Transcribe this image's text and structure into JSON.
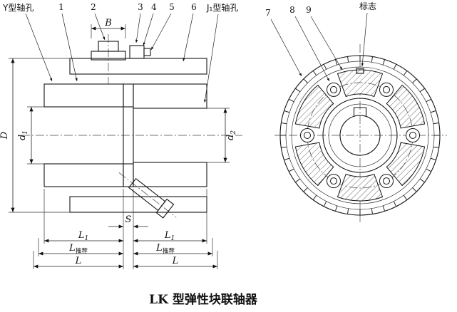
{
  "title": "LK 型弹性块联轴器",
  "callouts": {
    "y_hole": "Y型轴孔",
    "j1_hole": "J₁型轴孔",
    "mark": "标志",
    "numbers": [
      "1",
      "2",
      "3",
      "4",
      "5",
      "6",
      "7",
      "8",
      "9"
    ]
  },
  "dimensions": {
    "D": "D",
    "d": "d",
    "B": "B",
    "S": "S",
    "L": "L",
    "sub1": "1",
    "sub2": "2",
    "rec": "推荐"
  }
}
